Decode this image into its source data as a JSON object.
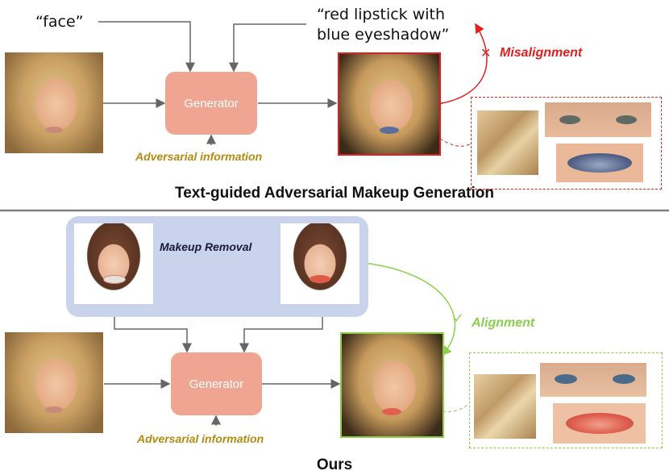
{
  "top": {
    "prompt_face": "“face”",
    "prompt_makeup_line1": "“red lipstick with",
    "prompt_makeup_line2": "blue eyeshadow”",
    "generator_label": "Generator",
    "adversarial_label": "Adversarial information",
    "misalignment_label": "Misalignment",
    "misalignment_mark": "✕",
    "section_title": "Text-guided Adversarial Makeup Generation"
  },
  "bottom": {
    "makeup_removal_label": "Makeup Removal",
    "generator_label": "Generator",
    "adversarial_label": "Adversarial information",
    "alignment_label": "Alignment",
    "alignment_mark": "✓",
    "section_title": "Ours"
  },
  "colors": {
    "generator_fill": "#f0a593",
    "adversarial_text": "#b58a10",
    "misalignment_red": "#e02020",
    "alignment_green": "#8ccf4d",
    "reference_panel": "#c9d3ec",
    "divider": "#7f7f7f"
  }
}
